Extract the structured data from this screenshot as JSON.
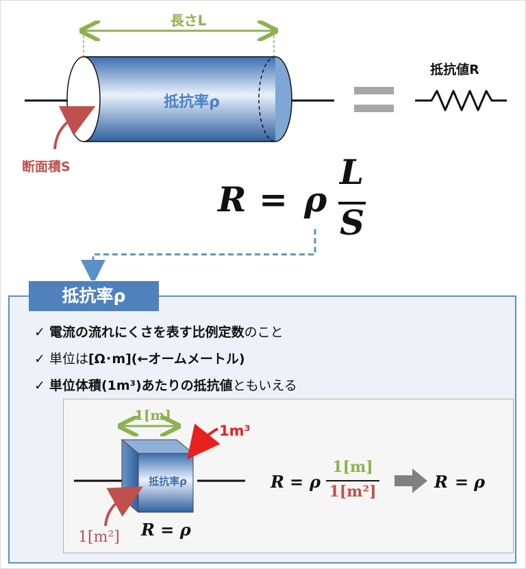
{
  "top": {
    "length_label": "長さL",
    "resistivity_label": "抵抗率ρ",
    "resistance_label": "抵抗値R",
    "area_label": "断面積S"
  },
  "formula": {
    "lhs": "R",
    "eq": "=",
    "rho": "ρ",
    "numerator": "L",
    "denominator": "S"
  },
  "panel": {
    "tab_label": "抵抗率ρ",
    "bullets": [
      {
        "check": "✓",
        "bold": "電流の流れにくさを表す比例定数",
        "rest": "のこと"
      },
      {
        "check": "✓",
        "pre": "単位は",
        "bold": "[Ω･m](←オームメートル)"
      },
      {
        "check": "✓",
        "bold": "単位体積(1m³)あたりの抵抗値",
        "rest": "ともいえる"
      }
    ],
    "example": {
      "length_m": "1[m]",
      "volume": "1m³",
      "cube_label": "抵抗率ρ",
      "area_m2": "1[m²]",
      "cube_eq": "R = ρ",
      "eq_lhs": "R",
      "eq_eq": "=",
      "eq_rho": "ρ",
      "frac_num": "1[m]",
      "frac_den": "1[m²]",
      "result_lhs": "R",
      "result_eq": "=",
      "result_rho": "ρ"
    }
  },
  "colors": {
    "green": "#8db14f",
    "blue": "#5b8fc9",
    "red": "#c0504d",
    "tab": "#4f81bd",
    "arrow_red": "#e8201f"
  }
}
